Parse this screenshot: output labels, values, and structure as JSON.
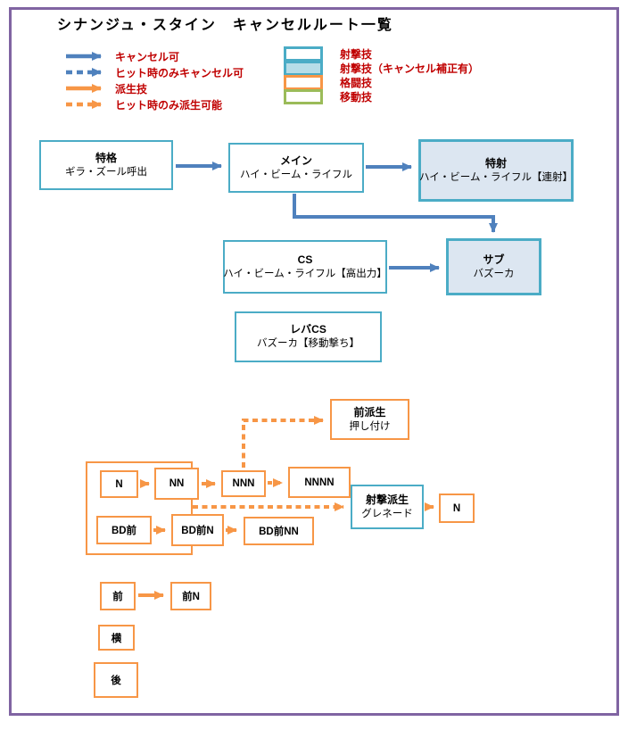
{
  "title": "シナンジュ・スタイン　キャンセルルート一覧",
  "legend": {
    "arrows": [
      {
        "label": "キャンセル可",
        "style": "solid",
        "color": "#4F81BD"
      },
      {
        "label": "ヒット時のみキャンセル可",
        "style": "dashed",
        "color": "#4F81BD"
      },
      {
        "label": "派生技",
        "style": "solid",
        "color": "#F79646"
      },
      {
        "label": "ヒット時のみ派生可能",
        "style": "dashed",
        "color": "#F79646"
      }
    ],
    "boxes": [
      {
        "label": "射撃技",
        "border": "#4BACC6",
        "fill": "#FFFFFF"
      },
      {
        "label": "射撃技（キャンセル補正有）",
        "border": "#4BACC6",
        "fill": "#B7DDE8"
      },
      {
        "label": "格闘技",
        "border": "#F79646",
        "fill": "#FFFFFF"
      },
      {
        "label": "移動技",
        "border": "#9BBB59",
        "fill": "#FFFFFF"
      }
    ]
  },
  "nodes": {
    "tokkaku": {
      "title": "特格",
      "subtitle": "ギラ・ズール呼出"
    },
    "main": {
      "title": "メイン",
      "subtitle": "ハイ・ビーム・ライフル"
    },
    "tokusha": {
      "title": "特射",
      "subtitle": "ハイ・ビーム・ライフル【連射】"
    },
    "cs": {
      "title": "CS",
      "subtitle": "ハイ・ビーム・ライフル【高出力】"
    },
    "sub": {
      "title": "サブ",
      "subtitle": "バズーカ"
    },
    "lever_cs": {
      "title": "レバCS",
      "subtitle": "バズーカ【移動撃ち】"
    },
    "mae_hasei": {
      "title": "前派生",
      "subtitle": "押し付け"
    },
    "shageki_hasei": {
      "title": "射撃派生",
      "subtitle": "グレネード"
    },
    "n1": {
      "title": "N"
    },
    "n2": {
      "title": "NN"
    },
    "n3": {
      "title": "NNN"
    },
    "n4": {
      "title": "NNNN"
    },
    "n_after": {
      "title": "N"
    },
    "bd1": {
      "title": "BD前"
    },
    "bd2": {
      "title": "BD前N"
    },
    "bd3": {
      "title": "BD前NN"
    },
    "mae": {
      "title": "前"
    },
    "mae_n": {
      "title": "前N"
    },
    "yoko": {
      "title": "横"
    },
    "ushiro": {
      "title": "後"
    }
  },
  "colors": {
    "frame": "#8064A2",
    "cancel_arrow": "#4F81BD",
    "derive_arrow": "#F79646",
    "shoot_border": "#4BACC6",
    "melee_border": "#F79646",
    "move_border": "#9BBB59",
    "legend_text": "#C00000",
    "shoot_fill_corrected": "#DCE6F1"
  }
}
